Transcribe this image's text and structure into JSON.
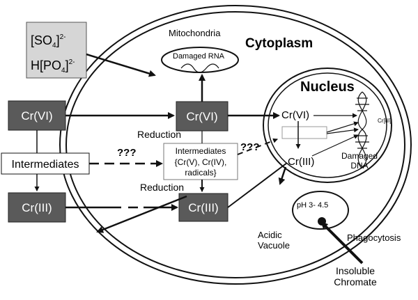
{
  "labels": {
    "mitochondria": "Mitochondria",
    "damaged_rna": "Damaged RNA",
    "cytoplasm": "Cytoplasm",
    "nucleus": "Nucleus",
    "cr_vi_outside": "Cr(VI)",
    "cr_vi_cytoplasm": "Cr(VI)",
    "cr_vi_nucleus": "Cr(VI)",
    "intermediates_outside": "Intermediates",
    "intermediates_inside_line1": "Intermediates",
    "intermediates_inside_line2": "{Cr(V), Cr(IV),",
    "intermediates_inside_line3": "radicals}",
    "cr_iii_outside": "Cr(III)",
    "cr_iii_cytoplasm": "Cr(III)",
    "cr_iii_nucleus": "Cr(III)",
    "cr_iii_dna": "Cr[III]",
    "reduction_top": "Reduction",
    "reduction_bottom": "Reduction",
    "unknown_left": "???",
    "unknown_right": "???",
    "damaged_dna_line1": "Damaged",
    "damaged_dna_line2": "DNA",
    "acidic_vacuole_line1": "Acidic",
    "acidic_vacuole_line2": "Vacuole",
    "ph": "pH 3- 4.5",
    "phagocytosis": "Phagocytosis",
    "insoluble_line1": "Insoluble",
    "insoluble_line2": "Chromate",
    "sulfate_base": "[SO",
    "sulfate_sub": "4",
    "sulfate_close": "]",
    "sulfate_sup": "2-",
    "phosphate_base": "H[PO",
    "phosphate_sub": "4",
    "phosphate_close": "]",
    "phosphate_sup": "2-"
  },
  "colors": {
    "dark_box": "#5a5a5a",
    "light_box": "#d6d6d6",
    "stroke": "#111111"
  }
}
